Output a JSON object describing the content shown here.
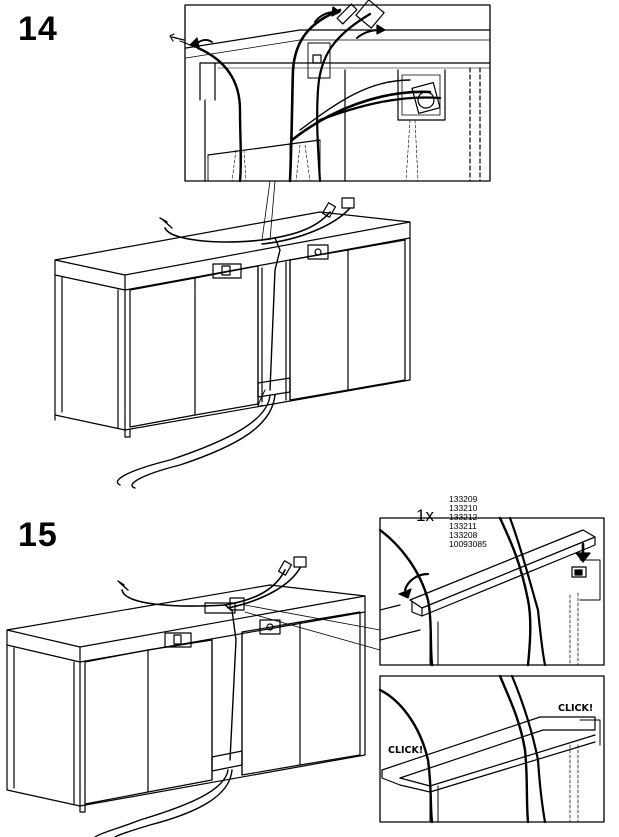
{
  "steps": [
    {
      "number": "14"
    },
    {
      "number": "15"
    }
  ],
  "step15_detail": {
    "quantity": "1x",
    "part_numbers": [
      "133209",
      "133210",
      "133212",
      "133211",
      "133208",
      "10093085"
    ]
  },
  "click_labels": {
    "right": "CLICK!",
    "left": "CLICK!"
  }
}
